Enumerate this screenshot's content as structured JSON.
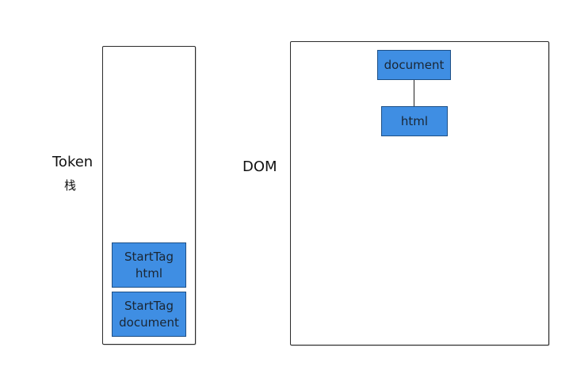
{
  "labels": {
    "token": "Token",
    "stack": "栈",
    "dom": "DOM"
  },
  "stack": {
    "items": [
      {
        "line1": "StartTag",
        "line2": "html"
      },
      {
        "line1": "StartTag",
        "line2": "document"
      }
    ]
  },
  "dom": {
    "root": "document",
    "child": "html"
  },
  "colors": {
    "node_fill": "#3f8ee3",
    "node_border": "#1d4f86",
    "panel_border": "#2b2b2b"
  }
}
